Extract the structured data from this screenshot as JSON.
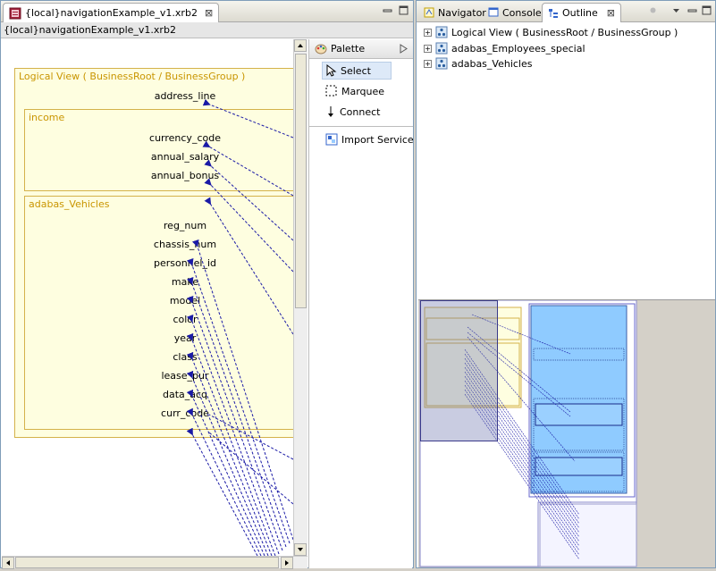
{
  "editor": {
    "tab_title": "{local}navigationExample_v1.xrb2",
    "breadcrumb": "{local}navigationExample_v1.xrb2"
  },
  "diagram": {
    "logical_view_label": "Logical View   ( BusinessRoot / BusinessGroup )",
    "address_line": "address_line",
    "income_label": "income",
    "income_fields": [
      "currency_code",
      "annual_salary",
      "annual_bonus"
    ],
    "vehicles_label": "adabas_Vehicles",
    "vehicle_fields": [
      "reg_num",
      "chassis_num",
      "personnel_id",
      "make",
      "model",
      "color",
      "year",
      "class",
      "lease_pur",
      "data_acq",
      "curr_code"
    ]
  },
  "palette": {
    "title": "Palette",
    "items": [
      "Select",
      "Marquee",
      "Connect"
    ],
    "import_service": "Import Service"
  },
  "views": {
    "tabs": [
      "Navigator",
      "Console",
      "Outline"
    ],
    "tree": [
      "Logical View   ( BusinessRoot / BusinessGroup )",
      "adabas_Employees_special",
      "adabas_Vehicles"
    ]
  },
  "colors": {
    "group_fill": "#fefee0",
    "group_border": "#d4b24a",
    "group_label": "#c99500",
    "connector": "#1a1aa6",
    "overview_blue": "#8fcbff"
  }
}
